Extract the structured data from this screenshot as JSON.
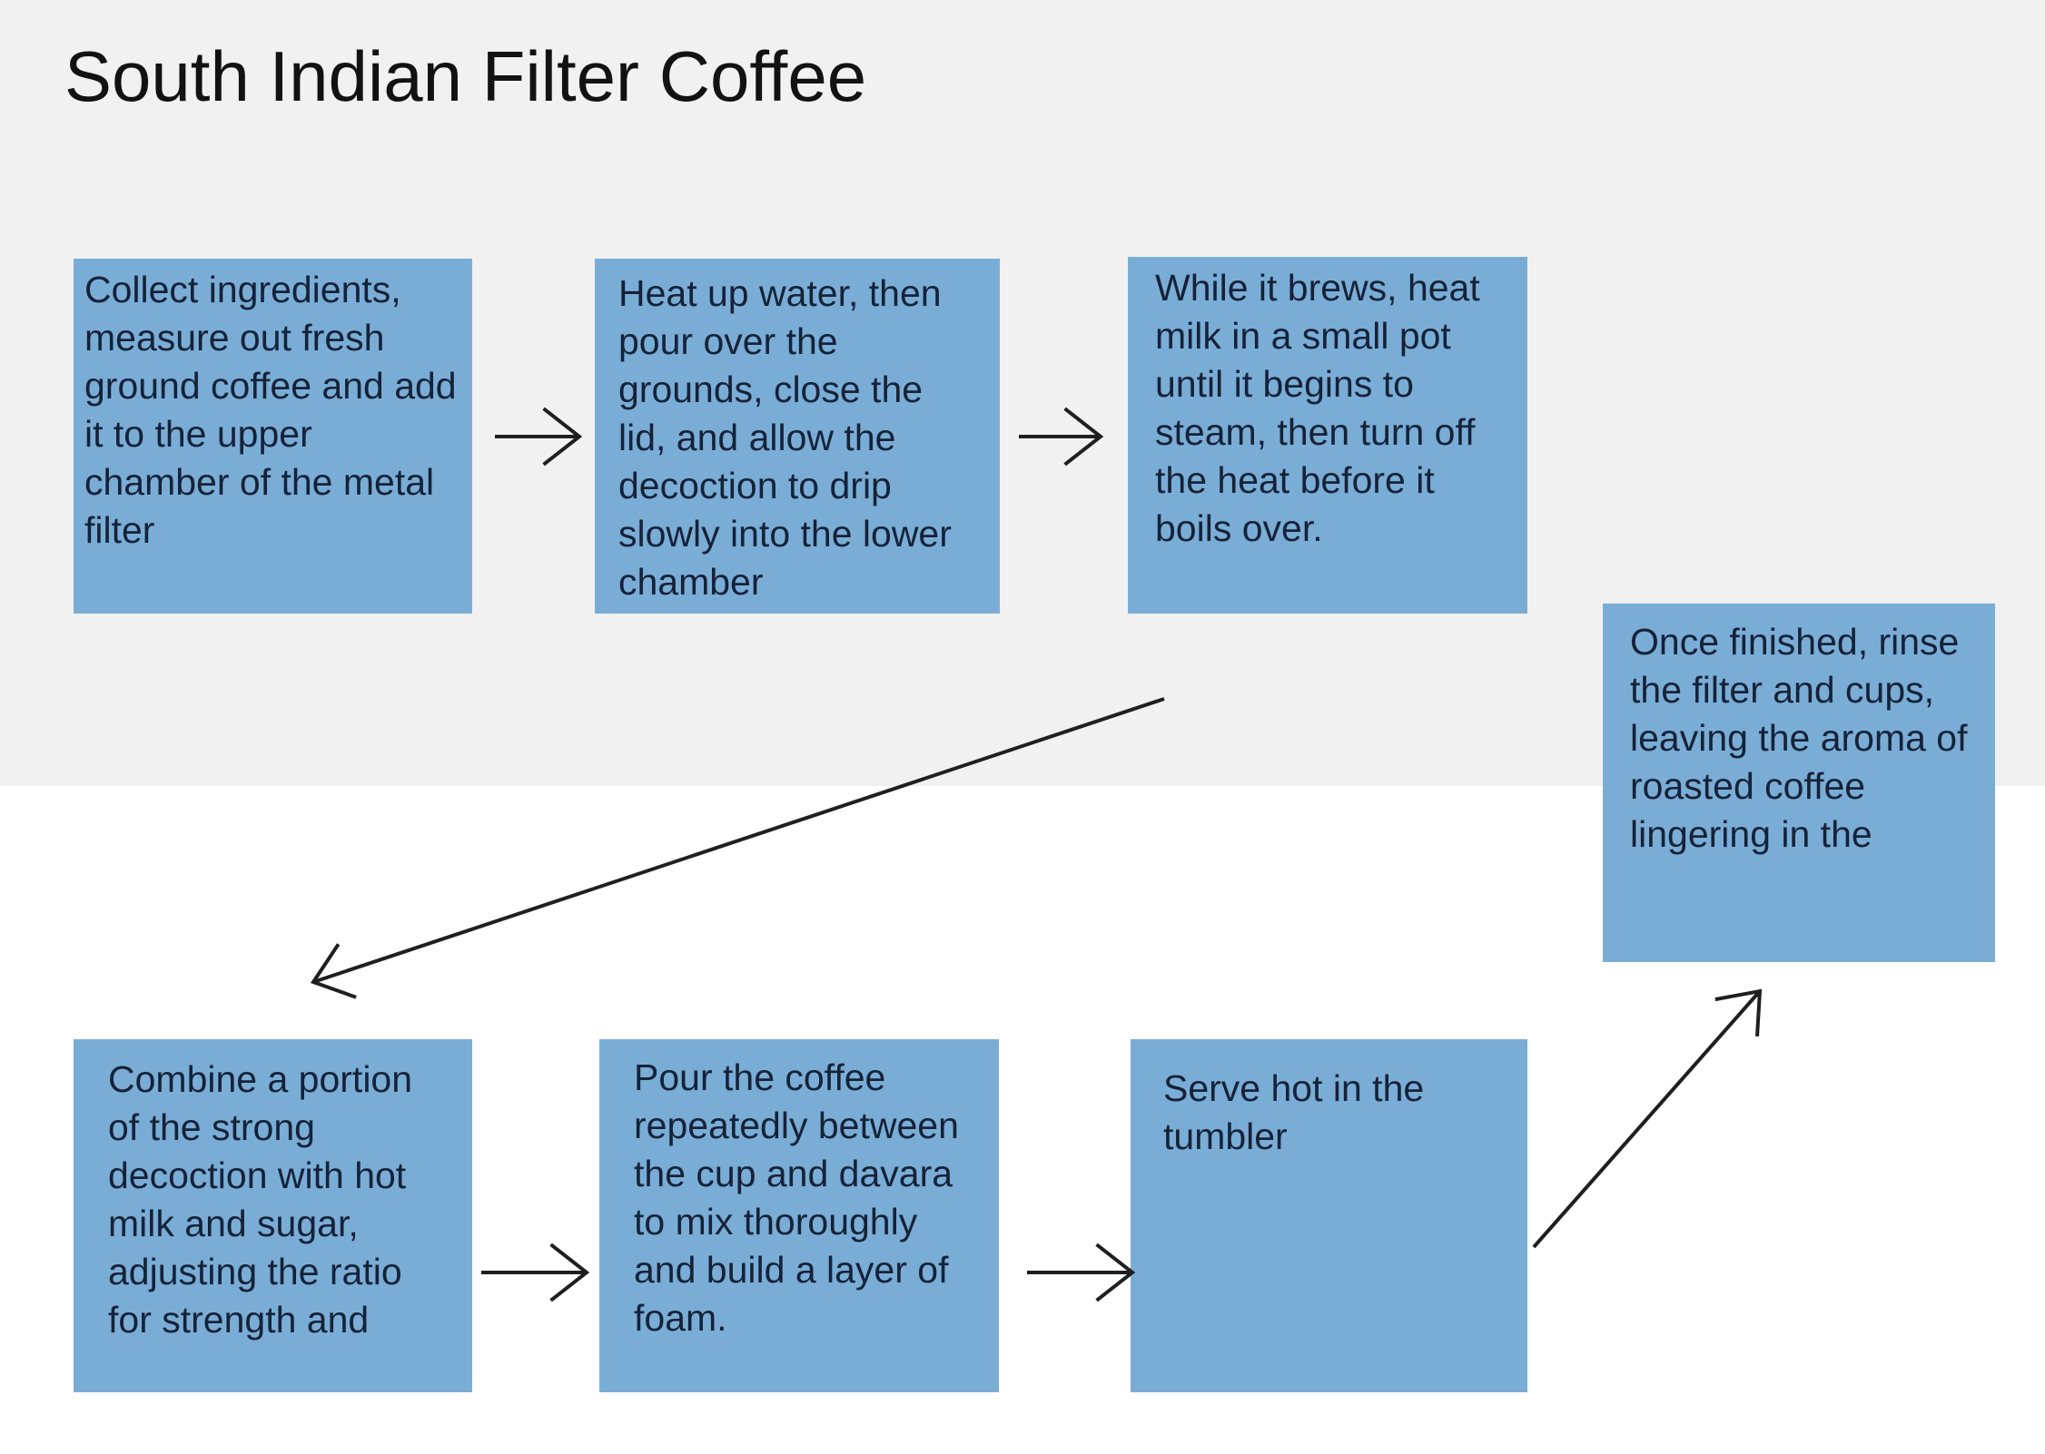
{
  "title": "South Indian Filter Coffee",
  "colors": {
    "background_top": "#f1f1f2",
    "background_bottom": "#ffffff",
    "box_fill": "#7aadd6",
    "box_text": "#152238",
    "title_text": "#121212",
    "arrow": "#1f1f1f"
  },
  "steps": [
    {
      "id": "step-1",
      "text": "Collect ingredients, measure out fresh ground coffee and add it to the upper chamber of the metal filter"
    },
    {
      "id": "step-2",
      "text": "Heat up water, then pour over the grounds, close the lid, and allow the decoction to drip slowly into the lower chamber"
    },
    {
      "id": "step-3",
      "text": "While it brews, heat milk in a small pot until it begins to steam, then turn off the heat before it boils over."
    },
    {
      "id": "step-4",
      "text": "Combine a portion of the strong decoction with hot milk and sugar, adjusting the ratio for strength and"
    },
    {
      "id": "step-5",
      "text": "Pour the coffee repeatedly between the cup and davara to mix thoroughly and build a layer of foam."
    },
    {
      "id": "step-6",
      "text": "Serve hot in the tumbler"
    },
    {
      "id": "step-7",
      "text": "Once finished, rinse the filter and cups, leaving the aroma of roasted coffee lingering in the"
    }
  ],
  "connections": [
    {
      "from": "step-1",
      "to": "step-2"
    },
    {
      "from": "step-2",
      "to": "step-3"
    },
    {
      "from": "step-3",
      "to": "step-4"
    },
    {
      "from": "step-4",
      "to": "step-5"
    },
    {
      "from": "step-5",
      "to": "step-6"
    },
    {
      "from": "step-6",
      "to": "step-7"
    }
  ]
}
